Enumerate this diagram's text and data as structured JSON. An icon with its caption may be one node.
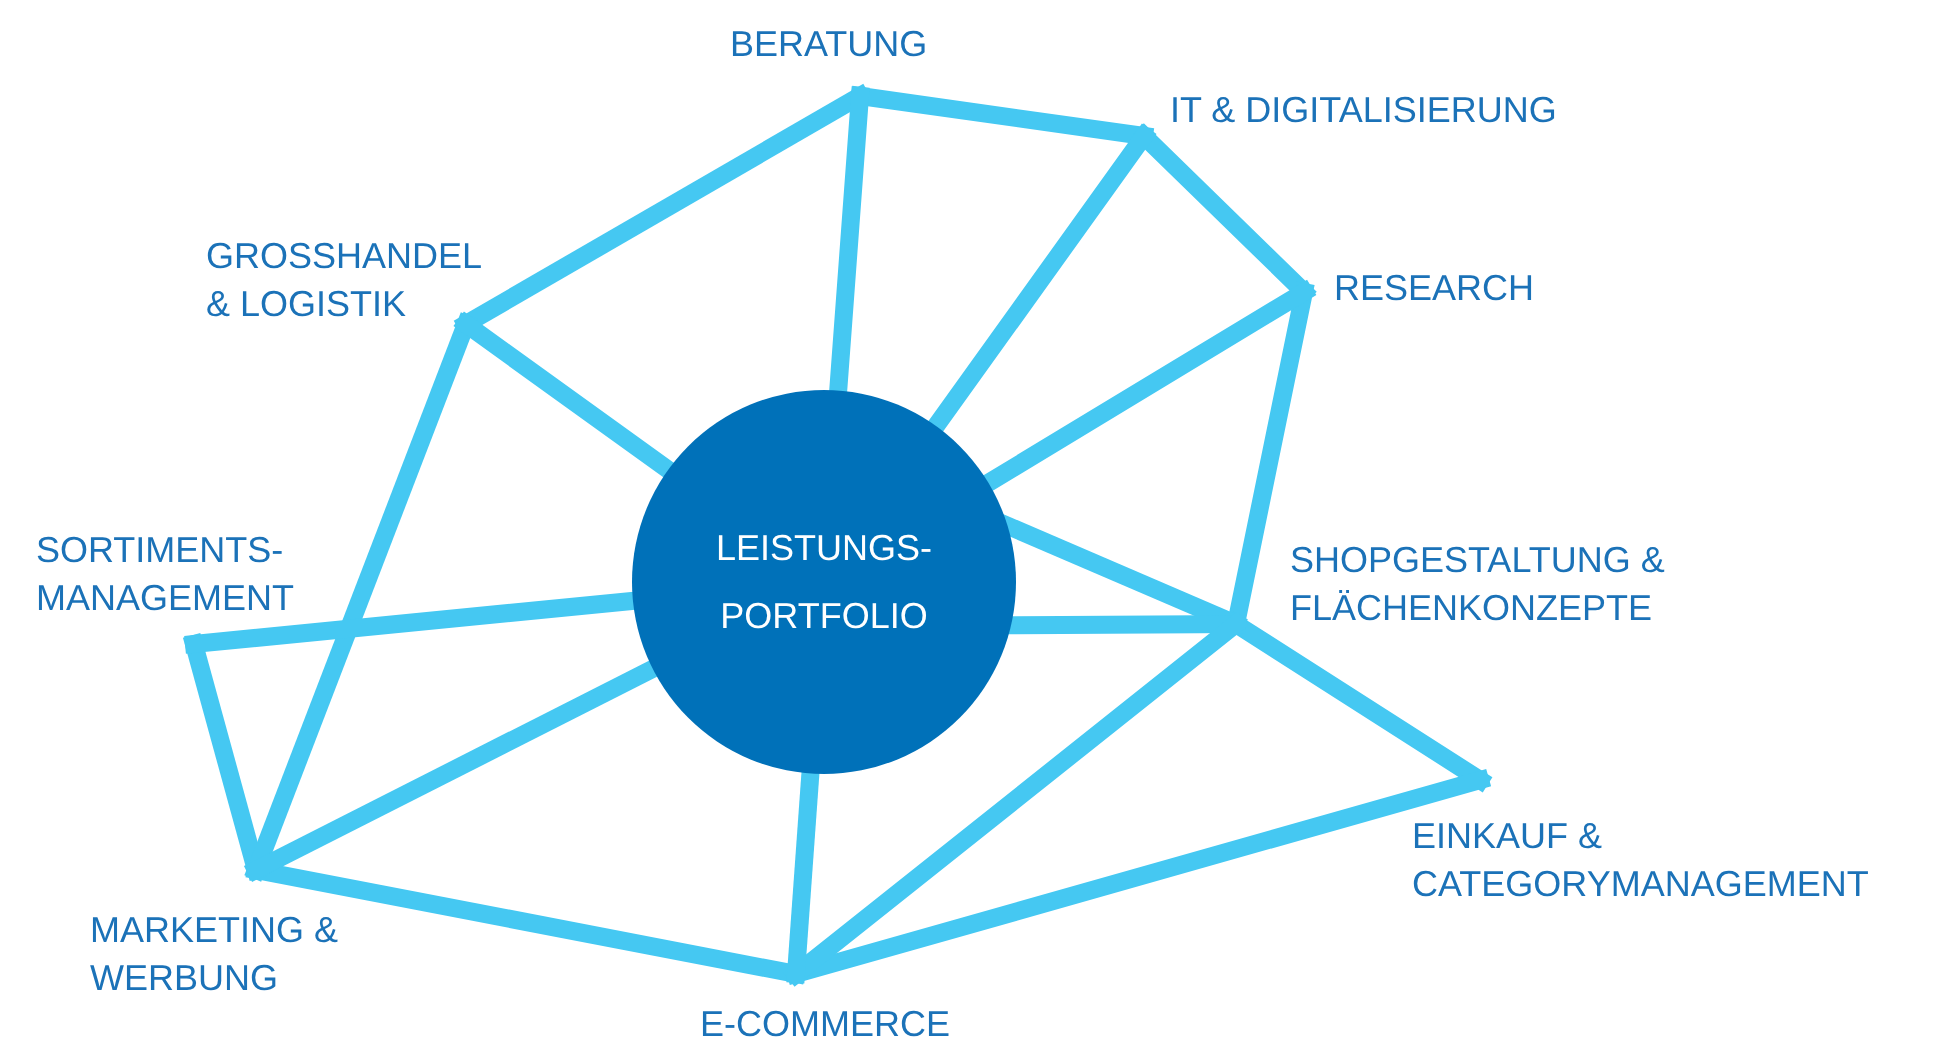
{
  "diagram": {
    "nodes": [
      {
        "text": [
          "LEISTUNGS- PORTFOLIO"
        ]
      },
      {
        "text": [
          "BERATUNG"
        ]
      },
      {
        "text": [
          "IT & DIGITALISIERUNG"
        ]
      },
      {
        "text": [
          "GROSSHANDEL & LOGISTIK"
        ]
      },
      {
        "text": [
          "RESEARCH"
        ]
      },
      {
        "text": [
          "SORTIMENTS- MANAGEMENT"
        ]
      },
      {
        "text": [
          "SHOPGESTALTUNG & FLÄCHENKONZEPTE"
        ]
      },
      {
        "text": [
          "EINKAUF & CATEGORYMANAGEMENT"
        ]
      },
      {
        "text": [
          "MARKETING & WERBUNG"
        ]
      },
      {
        "text": [
          "E-COMMERCE"
        ]
      }
    ],
    "edges": [
      {
        "from": 3,
        "to": 1,
        "arrow": "none"
      },
      {
        "from": 1,
        "to": 2,
        "arrow": "none"
      },
      {
        "from": 2,
        "to": 4,
        "arrow": "none"
      },
      {
        "from": 4,
        "to": 6,
        "arrow": "none"
      },
      {
        "from": 6,
        "to": 7,
        "arrow": "none"
      },
      {
        "from": 7,
        "to": 9,
        "arrow": "none"
      },
      {
        "from": 9,
        "to": 8,
        "arrow": "none"
      },
      {
        "from": 8,
        "to": 5,
        "arrow": "none"
      },
      {
        "from": 3,
        "to": 8,
        "arrow": "none"
      },
      {
        "from": 3,
        "to": 0,
        "arrow": "none"
      },
      {
        "from": 1,
        "to": 0,
        "arrow": "none"
      },
      {
        "from": 2,
        "to": 0,
        "arrow": "none"
      },
      {
        "from": 4,
        "to": 0,
        "arrow": "none"
      },
      {
        "from": 0,
        "to": 6,
        "arrow": "none"
      },
      {
        "from": 0,
        "to": 6,
        "arrow": "none"
      },
      {
        "from": 6,
        "to": 9,
        "arrow": "none"
      },
      {
        "from": 9,
        "to": 0,
        "arrow": "none"
      },
      {
        "from": 8,
        "to": 0,
        "arrow": "none"
      },
      {
        "from": 5,
        "to": 0,
        "arrow": "none"
      }
    ]
  }
}
